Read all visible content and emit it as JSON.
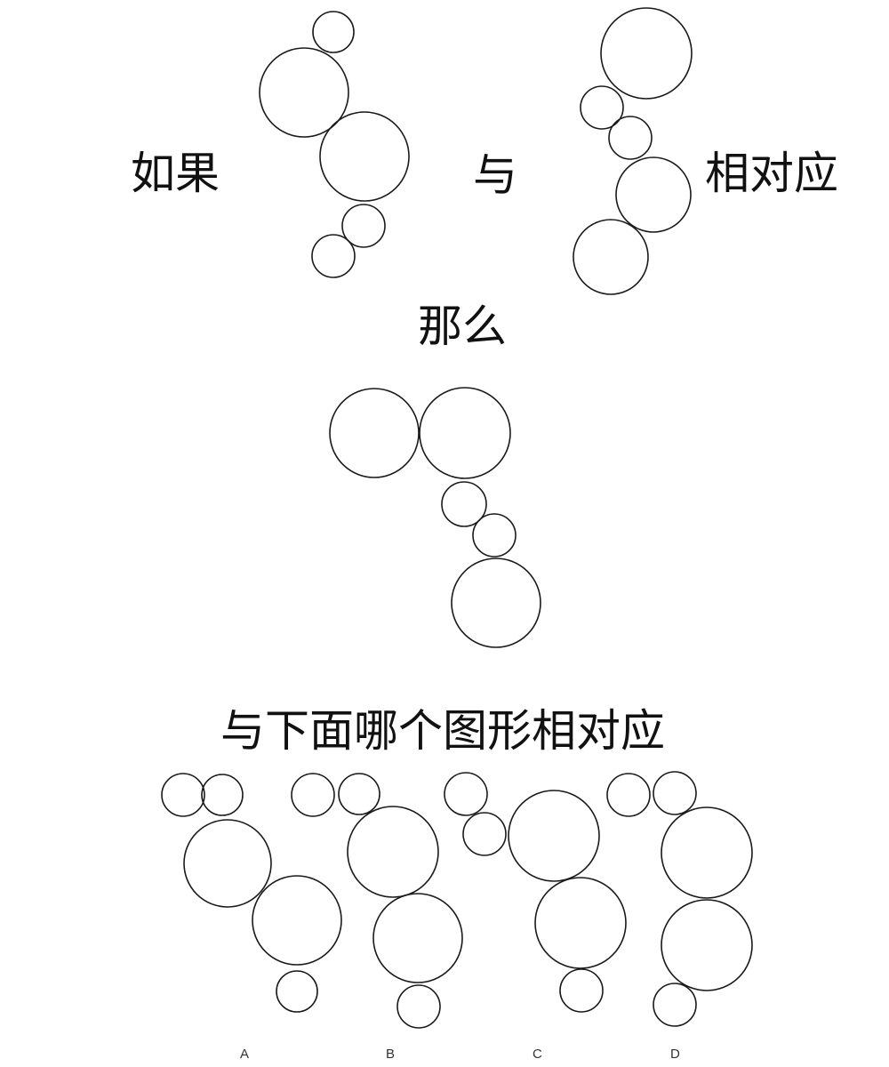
{
  "texts": {
    "if": "如果",
    "and": "与",
    "correspond": "相对应",
    "then": "那么",
    "question": "与下面哪个图形相对应"
  },
  "options": [
    "A",
    "B",
    "C",
    "D"
  ],
  "figures": [
    {
      "id": "example-1",
      "circles": [
        "small",
        "large",
        "large",
        "small",
        "small"
      ]
    },
    {
      "id": "example-2",
      "circles": [
        "large",
        "small",
        "small",
        "large",
        "large"
      ]
    },
    {
      "id": "given",
      "circles": [
        "large",
        "large",
        "small",
        "small",
        "large"
      ]
    },
    {
      "id": "option-a",
      "circles": [
        "small",
        "small",
        "large",
        "large",
        "small"
      ]
    },
    {
      "id": "option-b",
      "circles": [
        "small",
        "small",
        "large",
        "large",
        "small"
      ]
    },
    {
      "id": "option-c",
      "circles": [
        "small",
        "small",
        "large",
        "large",
        "small"
      ]
    },
    {
      "id": "option-d",
      "circles": [
        "small",
        "small",
        "large",
        "large",
        "small"
      ]
    }
  ],
  "colors": {
    "stroke": "#1a1a1a",
    "background": "#ffffff"
  }
}
